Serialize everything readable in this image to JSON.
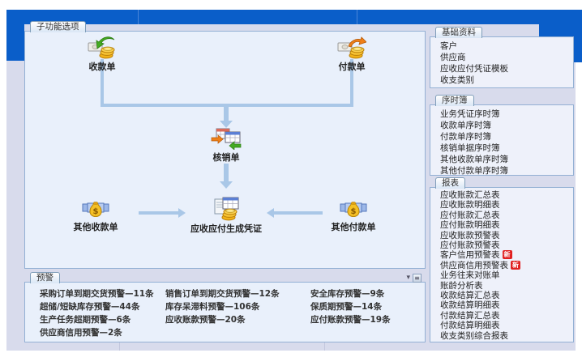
{
  "window": {
    "accent_blue": "#0a5ec9"
  },
  "main_panel": {
    "tab": "子功能选项"
  },
  "flowchart": {
    "nodes": {
      "receipt": "收款单",
      "payment": "付款单",
      "writeoff": "核销单",
      "voucher": "应收应付生成凭证",
      "other_receipt": "其他收款单",
      "other_payment": "其他付款单"
    }
  },
  "alerts": {
    "tab": "预警",
    "col1": [
      "采购订单到期交货预警—11条",
      "超储/短缺库存预警—44条",
      "生产任务超期预警—6条",
      "供应商信用预警—2条"
    ],
    "col2": [
      "销售订单到期交货预警—12条",
      "库存呆滞料预警—106条",
      "应收账款预警—20条"
    ],
    "col3": [
      "安全库存预警—9条",
      "保质期预警—14条",
      "应付账款预警—19条"
    ]
  },
  "sidebar": {
    "basic": {
      "tab": "基础资料",
      "items": [
        "客户",
        "供应商",
        "应收应付凭证模板",
        "收支类别"
      ]
    },
    "journal": {
      "tab": "序时簿",
      "items": [
        "业务凭证序时簿",
        "收款单序时簿",
        "付款单序时簿",
        "核销单据序时簿",
        "其他收款单序时簿",
        "其他付款单序时簿"
      ]
    },
    "reports": {
      "tab": "报表",
      "items": [
        {
          "label": "应收账款汇总表"
        },
        {
          "label": "应收账款明细表"
        },
        {
          "label": "应付账款汇总表"
        },
        {
          "label": "应付账款明细表"
        },
        {
          "label": "应收账款预警表"
        },
        {
          "label": "应付账款预警表"
        },
        {
          "label": "客户信用预警表",
          "badge": "新"
        },
        {
          "label": "供应商信用预警表",
          "badge": "新"
        },
        {
          "label": "业务往来对账单"
        },
        {
          "label": "账龄分析表"
        },
        {
          "label": "收款结算汇总表"
        },
        {
          "label": "收款结算明细表"
        },
        {
          "label": "付款结算汇总表"
        },
        {
          "label": "付款结算明细表"
        },
        {
          "label": "收支类别综合报表"
        }
      ]
    }
  }
}
